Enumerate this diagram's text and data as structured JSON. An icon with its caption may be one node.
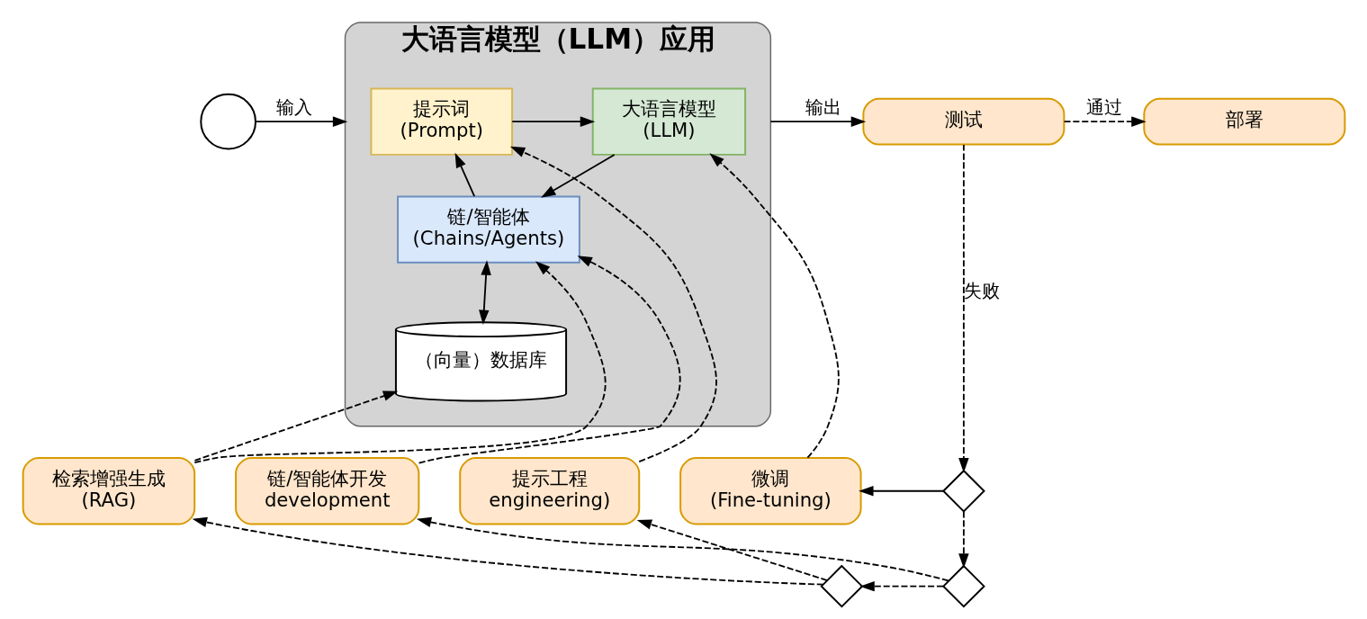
{
  "diagram": {
    "nodes": [
      {
        "text": [],
        "shape": "circle"
      },
      {
        "text": [
          "大语言模型（LLM）应用"
        ]
      },
      {
        "text": [
          "提示词",
          "(Prompt)"
        ],
        "in": 1
      },
      {
        "text": [
          "大语言模型",
          "(LLM)"
        ],
        "in": 1
      },
      {
        "text": [
          "链/智能体",
          "(Chains/Agents)"
        ],
        "in": 1
      },
      {
        "text": [
          "（向量）数据库"
        ],
        "in": 1
      },
      {
        "text": [
          "测试"
        ]
      },
      {
        "text": [
          "部署"
        ]
      },
      {
        "text": [
          "提示工程",
          "engineering)"
        ]
      },
      {
        "text": [
          "检索增强生成",
          "(RAG)"
        ]
      },
      {
        "text": [
          "链/智能体开发",
          "development"
        ]
      },
      {
        "text": [
          "微调",
          "(Fine-tuning)"
        ]
      },
      {
        "text": [],
        "shape": "diamond"
      },
      {
        "text": [],
        "shape": "diamond"
      },
      {
        "text": [],
        "shape": "diamond"
      }
    ],
    "edges": [
      {
        "from": 0,
        "to": 1,
        "arrow": "to",
        "label": "输入"
      },
      {
        "from": 8,
        "to": 2,
        "arrow": "to",
        "style": "dashed"
      },
      {
        "from": 2,
        "to": 3,
        "arrow": "to"
      },
      {
        "from": 3,
        "to": 4,
        "arrow": "to"
      },
      {
        "from": 4,
        "to": 2,
        "arrow": "to"
      },
      {
        "from": 4,
        "to": 5,
        "arrow": "both"
      },
      {
        "from": 9,
        "to": 5,
        "arrow": "to",
        "style": "dashed"
      },
      {
        "from": 9,
        "to": 4,
        "arrow": "to",
        "style": "dashed"
      },
      {
        "from": 10,
        "to": 4,
        "arrow": "to",
        "style": "dashed"
      },
      {
        "from": 11,
        "to": 3,
        "arrow": "to",
        "style": "dashed"
      },
      {
        "from": 1,
        "to": 6,
        "arrow": "to",
        "label": "输出"
      },
      {
        "from": 6,
        "to": 7,
        "arrow": "to",
        "label": "通过",
        "style": "dashed"
      },
      {
        "from": 6,
        "to": 14,
        "arrow": "to",
        "label": "失败",
        "style": "dashed"
      },
      {
        "from": 14,
        "to": 11,
        "arrow": "to"
      },
      {
        "from": 13,
        "to": 10,
        "arrow": "to",
        "style": "dashed"
      },
      {
        "from": 14,
        "to": 13,
        "arrow": "to",
        "style": "dashed"
      },
      {
        "from": 13,
        "to": 12,
        "arrow": "to",
        "style": "dashed"
      },
      {
        "from": 12,
        "to": 8,
        "arrow": "to",
        "style": "dashed"
      },
      {
        "from": 12,
        "to": 9,
        "arrow": "to",
        "style": "dashed"
      }
    ]
  }
}
